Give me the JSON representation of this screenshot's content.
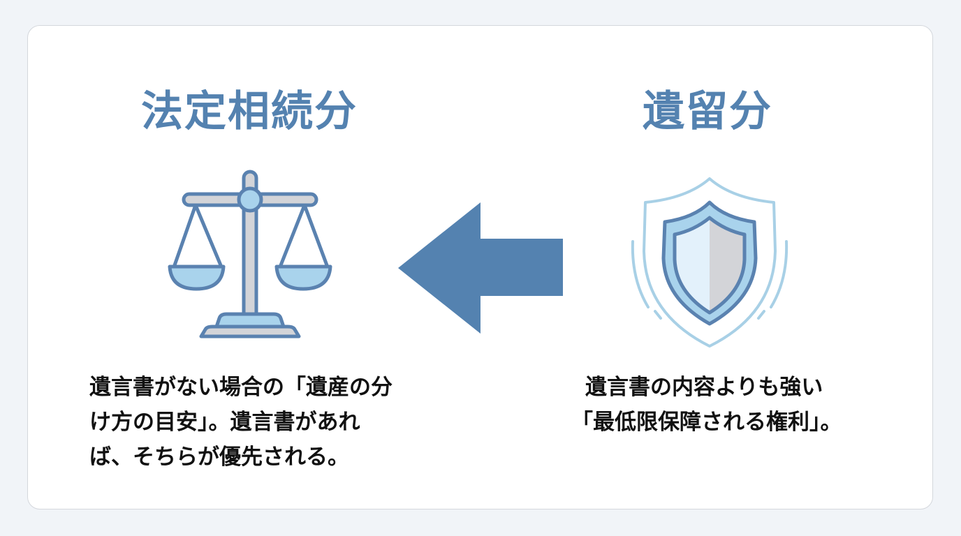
{
  "colors": {
    "page_background": "#f1f4f8",
    "card_background": "#ffffff",
    "card_border": "#d4d7dc",
    "heading": "#5482b0",
    "arrow": "#5482b0",
    "icon_stroke": "#5a82b0",
    "icon_fill_light": "#a9d3ec",
    "icon_fill_gray": "#d3d4d8",
    "shield_outline": "#a8d0e6",
    "body_text": "#111111"
  },
  "left_panel": {
    "title": "法定相続分",
    "icon": "scale-of-justice-icon",
    "description_lines": [
      "遺言書がない場合の「遺産の分",
      "け方の目安」。遺言書があれ",
      "ば、そちらが優先される。"
    ]
  },
  "connector": {
    "icon": "left-arrow-icon",
    "direction": "right-to-left"
  },
  "right_panel": {
    "title": "遺留分",
    "icon": "shield-icon",
    "description_lines": [
      "遺言書の内容よりも強い",
      "「最低限保障される権利」。"
    ]
  }
}
